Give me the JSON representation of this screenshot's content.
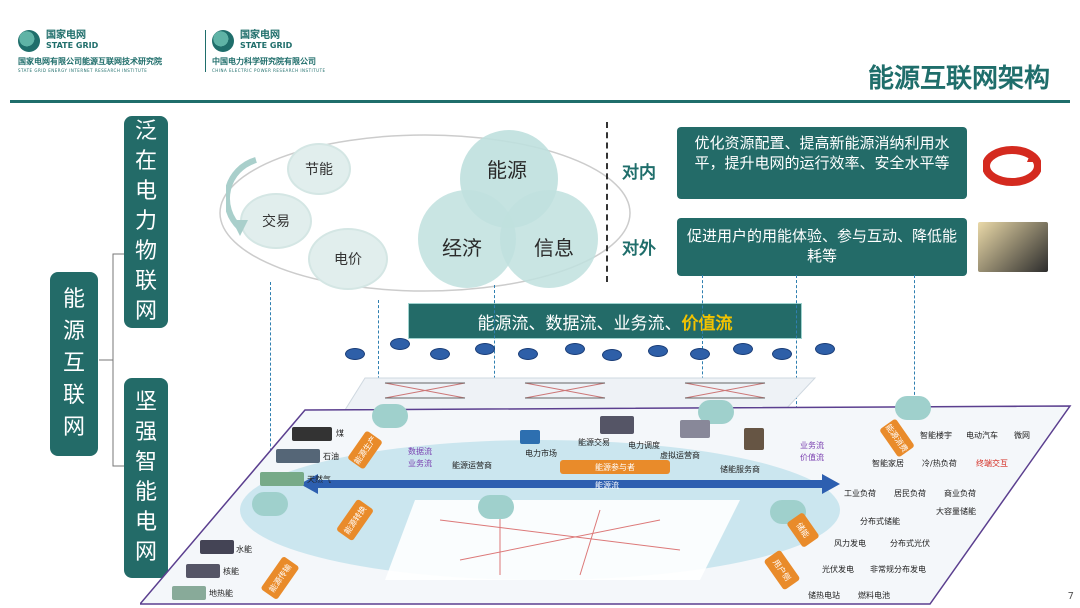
{
  "header": {
    "logo_left": {
      "brand_cn": "国家电网",
      "brand_en": "STATE GRID",
      "org_cn": "国家电网有限公司能源互联网技术研究院",
      "org_en": "STATE GRID ENERGY INTERNET RESEARCH INSTITUTE"
    },
    "logo_right": {
      "brand_cn": "国家电网",
      "brand_en": "STATE GRID",
      "org_cn": "中国电力科学研究院有限公司",
      "org_en": "CHINA ELECTRIC POWER RESEARCH INSTITUTE"
    },
    "title": "能源互联网架构"
  },
  "left_tree": {
    "root": "能源互联网",
    "branch_top": "泛在电力物联网",
    "branch_bottom": "坚强智能电网"
  },
  "top_diagram": {
    "gears": [
      "节能",
      "交易",
      "电价"
    ],
    "venn": [
      "能源",
      "经济",
      "信息"
    ],
    "inner_label": "对内",
    "outer_label": "对外",
    "inner_text": "优化资源配置、提高新能源消纳利用水平，提升电网的运行效率、安全水平等",
    "outer_text": "促进用户的用能体验、参与互动、降低能耗等"
  },
  "flow_bar": {
    "prefix": "能源流、数据流、业务流、",
    "highlight": "价值流"
  },
  "platform": {
    "left_energy": [
      "煤",
      "石油",
      "天然气",
      "水能",
      "核能",
      "地热能"
    ],
    "left_tags": [
      "能源生产",
      "能源转换",
      "能源传输"
    ],
    "mid_tags": [
      "数据流",
      "业务流",
      "价值流"
    ],
    "mid_services": [
      "能源运营商",
      "电力市场",
      "能源交易",
      "电力调度",
      "虚拟运营商",
      "储能服务商"
    ],
    "mid_orange": "能源参与者",
    "mid_flow": "能源流",
    "right_tags": [
      "能源消费",
      "储能",
      "用户侧"
    ],
    "right_items": [
      "智能楼宇",
      "电动汽车",
      "微网",
      "智能家居",
      "冷/热负荷",
      "终端交互",
      "工业负荷",
      "居民负荷",
      "商业负荷",
      "分布式储能",
      "大容量储能",
      "风力发电",
      "分布式光伏",
      "光伏发电",
      "非常规分布发电",
      "储热电站",
      "燃料电池"
    ]
  },
  "page_number": "7",
  "colors": {
    "teal": "#236b68",
    "gold": "#f2c200",
    "orange": "#e98b2a"
  }
}
